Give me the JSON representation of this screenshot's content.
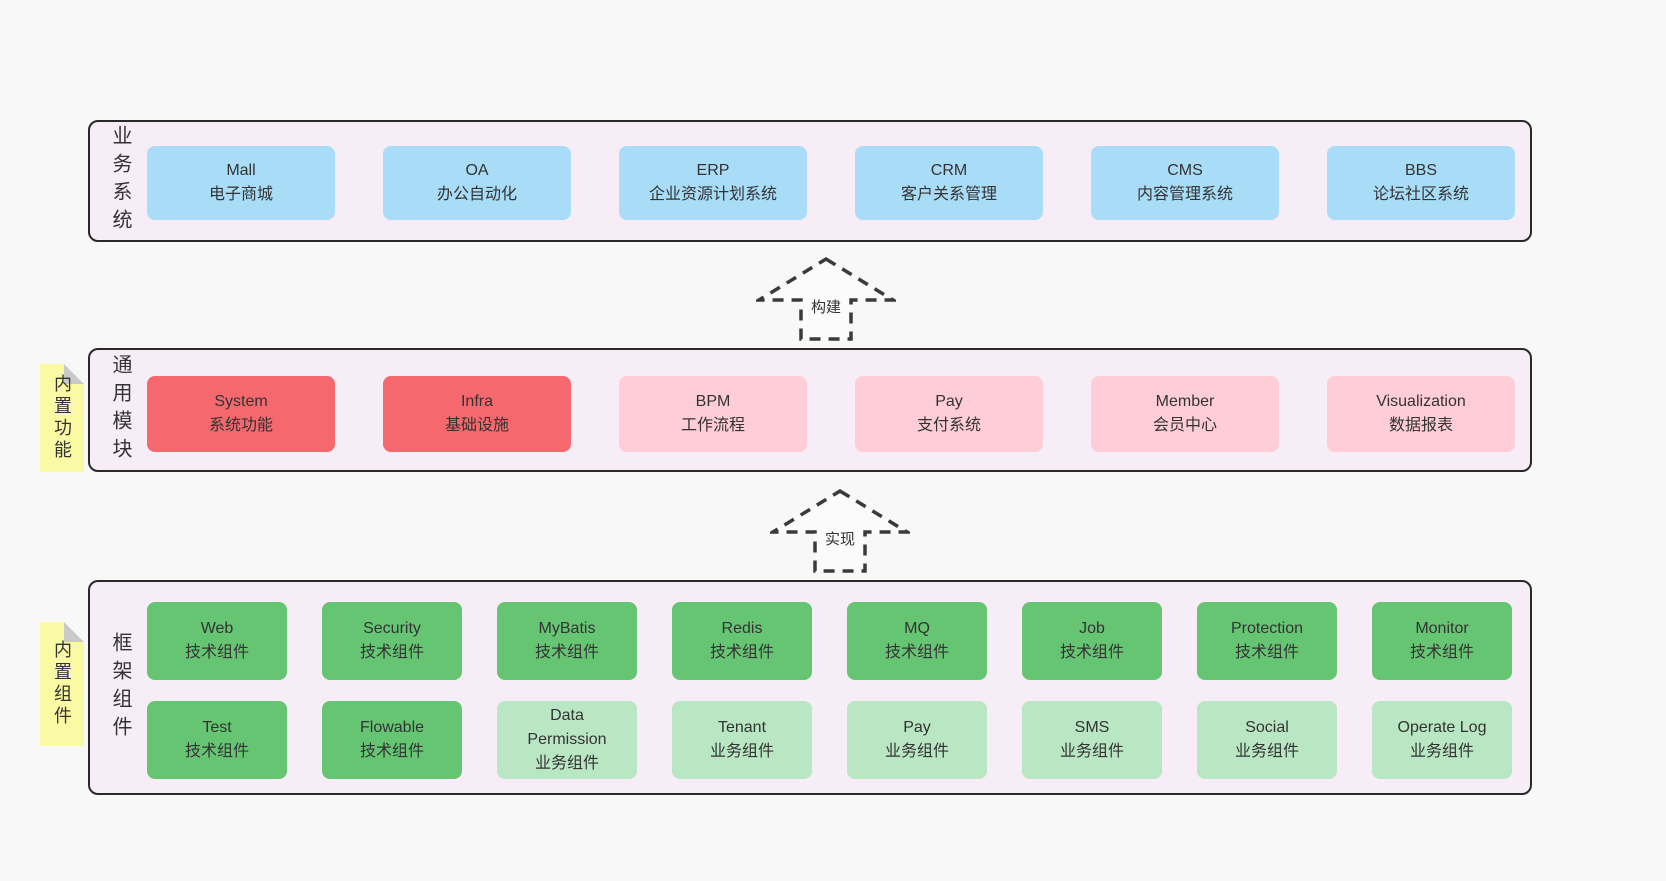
{
  "colors": {
    "page_bg": "#f8f8f8",
    "layer_bg": "#f7edf6",
    "layer_border": "#2a2a2a",
    "blue": "#a9dcf6",
    "red": "#f5686e",
    "pink": "#fecdd5",
    "green_dark": "#66c573",
    "green_light": "#b9e6c3",
    "tag_bg": "#fafaa4",
    "tag_fold": "#c9c9c9",
    "text": "#333333"
  },
  "business": {
    "label": "业务系统",
    "boxes": [
      {
        "title": "Mall",
        "subtitle": "电子商城"
      },
      {
        "title": "OA",
        "subtitle": "办公自动化"
      },
      {
        "title": "ERP",
        "subtitle": "企业资源计划系统"
      },
      {
        "title": "CRM",
        "subtitle": "客户关系管理"
      },
      {
        "title": "CMS",
        "subtitle": "内容管理系统"
      },
      {
        "title": "BBS",
        "subtitle": "论坛社区系统"
      }
    ]
  },
  "arrow_build": {
    "label": "构建"
  },
  "modules": {
    "label": "通用模块",
    "tag": "内置功能",
    "boxes": [
      {
        "title": "System",
        "subtitle": "系统功能"
      },
      {
        "title": "Infra",
        "subtitle": "基础设施"
      },
      {
        "title": "BPM",
        "subtitle": "工作流程"
      },
      {
        "title": "Pay",
        "subtitle": "支付系统"
      },
      {
        "title": "Member",
        "subtitle": "会员中心"
      },
      {
        "title": "Visualization",
        "subtitle": "数据报表"
      }
    ]
  },
  "arrow_implement": {
    "label": "实现"
  },
  "components": {
    "label": "框架组件",
    "tag": "内置组件",
    "row1": [
      {
        "title": "Web",
        "subtitle": "技术组件"
      },
      {
        "title": "Security",
        "subtitle": "技术组件"
      },
      {
        "title": "MyBatis",
        "subtitle": "技术组件"
      },
      {
        "title": "Redis",
        "subtitle": "技术组件"
      },
      {
        "title": "MQ",
        "subtitle": "技术组件"
      },
      {
        "title": "Job",
        "subtitle": "技术组件"
      },
      {
        "title": "Protection",
        "subtitle": "技术组件"
      },
      {
        "title": "Monitor",
        "subtitle": "技术组件"
      }
    ],
    "row2": [
      {
        "title": "Test",
        "subtitle": "技术组件"
      },
      {
        "title": "Flowable",
        "subtitle": "技术组件"
      },
      {
        "title": "Data Permission",
        "subtitle": "业务组件"
      },
      {
        "title": "Tenant",
        "subtitle": "业务组件"
      },
      {
        "title": "Pay",
        "subtitle": "业务组件"
      },
      {
        "title": "SMS",
        "subtitle": "业务组件"
      },
      {
        "title": "Social",
        "subtitle": "业务组件"
      },
      {
        "title": "Operate Log",
        "subtitle": "业务组件"
      }
    ]
  }
}
